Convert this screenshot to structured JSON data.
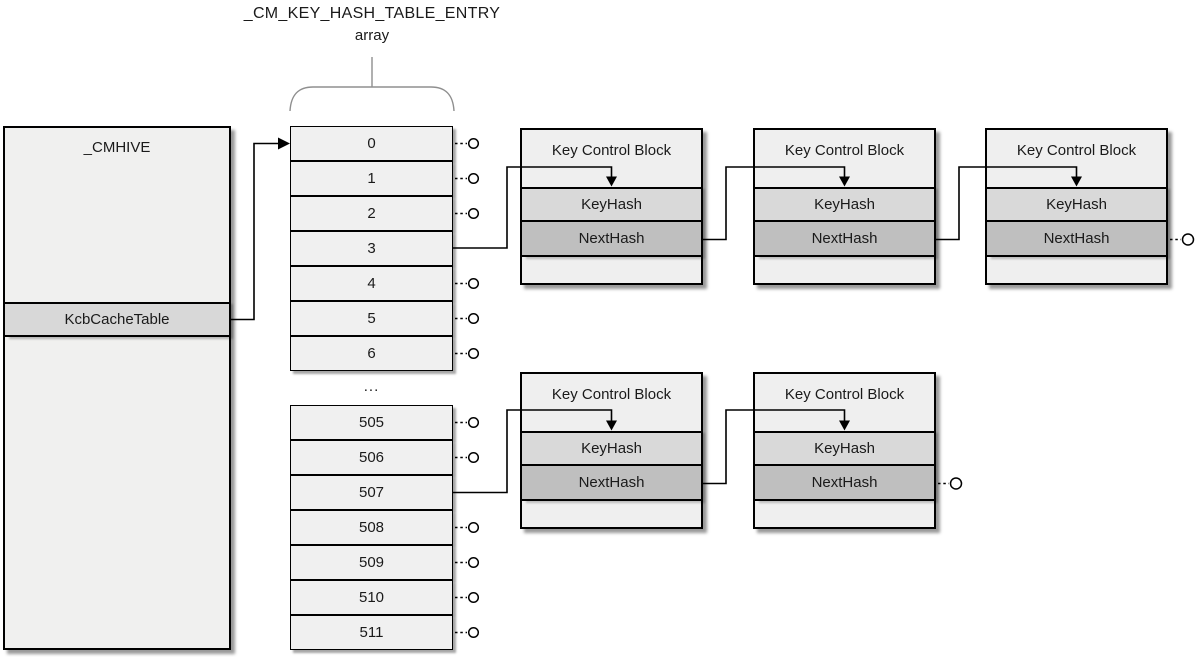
{
  "diagram_title": {
    "line1": "_CM_KEY_HASH_TABLE_ENTRY",
    "line2": "array"
  },
  "cmhive": {
    "title": "_CMHIVE",
    "field": "KcbCacheTable"
  },
  "hash_table": {
    "top_cells": [
      "0",
      "1",
      "2",
      "3",
      "4",
      "5",
      "6"
    ],
    "ellipsis": "...",
    "bottom_cells": [
      "505",
      "506",
      "507",
      "508",
      "509",
      "510",
      "511"
    ]
  },
  "kcb": {
    "header": "Key Control Block",
    "field_keyhash": "KeyHash",
    "field_nexthash": "NextHash"
  },
  "colors": {
    "box_fill": "#efefef",
    "cell_fill": "#f0f0f0",
    "field_fill_light": "#d8d8d8",
    "field_fill_dark": "#bfbfbf",
    "border": "#000000",
    "brace": "#8f8f8f"
  }
}
